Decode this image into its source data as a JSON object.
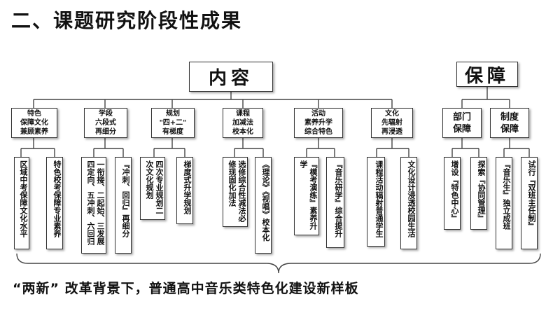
{
  "title": "二、课题研究阶段性成果",
  "top_nodes": {
    "content": "内容",
    "guarantee": "保障"
  },
  "content_categories": [
    "特色\n保障文化\n兼顾素养",
    "学段\n六段式\n再细分",
    "规划\n\"四+二\"\n有梯度",
    "课程\n加减法\n校本化",
    "活动\n素养升学\n综合特色",
    "文化\n先辐射\n再浸透"
  ],
  "guarantee_categories": [
    "部门\n保障",
    "制度\n保障"
  ],
  "leaves": [
    "区域中考保障文化水平",
    "特色校考保障专业素养",
    "一衔接、二起始、三发展四定向、五冲刺、六回归",
    "『冲刺、回归』再细分",
    "四次专业规划二次文化规划",
    "梯度式升学规划",
    "选修综合性减法必修现固化加法",
    "《理论》《视唱》校本化",
    "『模考演练』素养升学",
    "『音乐研学』综合提升",
    "课程活动辐射普通学生",
    "文化设计浸透校园生活",
    "增设『特色中心』",
    "探索『协同管理』",
    "『音乐生』独立成班",
    "试行『双班主任制』"
  ],
  "bottom_text": "“两新” 改革背景下，普通高中音乐类特色化建设新样板"
}
